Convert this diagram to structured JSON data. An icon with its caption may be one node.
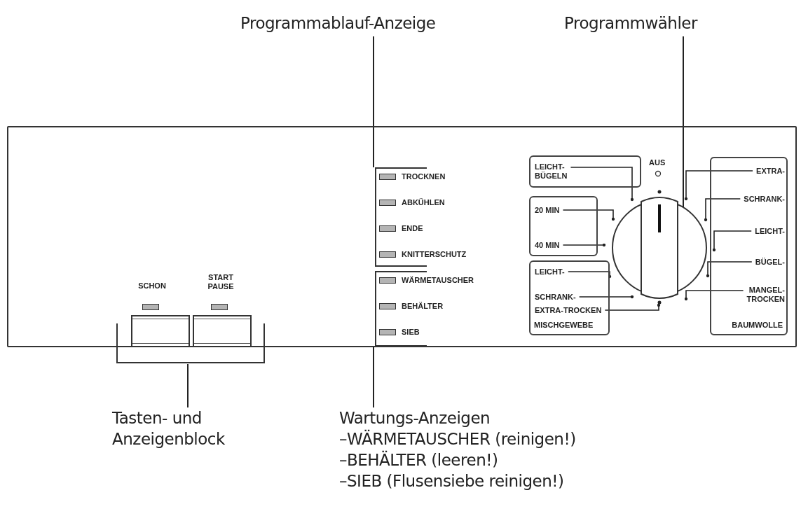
{
  "diagram": {
    "nodes": [
      {
        "text": [
          "Programmablauf-Anzeige"
        ]
      },
      {
        "text": [
          "Programmwähler"
        ]
      },
      {
        "text": [],
        "shape": "box"
      },
      {
        "text": [
          "TROCKNEN",
          "ABKÜHLEN",
          "ENDE",
          "KNITTERSCHUTZ"
        ],
        "in": 2
      },
      {
        "text": [
          "WÄRMETAUSCHER",
          "BEHÄLTER",
          "SIEB"
        ],
        "in": 2
      },
      {
        "text": [
          "SCHON",
          "START PAUSE"
        ],
        "in": 2
      },
      {
        "text": [],
        "shape": "circle",
        "in": 2
      },
      {
        "text": [],
        "shape": "box",
        "in": 2
      },
      {
        "text": [
          "LEICHT- BÜGELN"
        ],
        "in": 7
      },
      {
        "text": [],
        "shape": "box",
        "in": 2
      },
      {
        "text": [
          "20 MIN"
        ],
        "in": 9
      },
      {
        "text": [
          "40 MIN"
        ],
        "in": 9
      },
      {
        "text": [
          "MISCHGEWEBE"
        ],
        "in": 2
      },
      {
        "text": [
          "LEICHT-"
        ],
        "in": 12
      },
      {
        "text": [
          "SCHRANK-"
        ],
        "in": 12
      },
      {
        "text": [
          "EXTRA-TROCKEN"
        ],
        "in": 12
      },
      {
        "text": [
          "BAUMWOLLE"
        ],
        "in": 2
      },
      {
        "text": [
          "EXTRA-"
        ],
        "in": 16
      },
      {
        "text": [
          "SCHRANK-"
        ],
        "in": 16
      },
      {
        "text": [
          "LEICHT-"
        ],
        "in": 16
      },
      {
        "text": [
          "BÜGEL-"
        ],
        "in": 16
      },
      {
        "text": [
          "MANGEL- TROCKEN"
        ],
        "in": 16
      },
      {
        "text": [
          "Tasten- und Anzeigenblock"
        ]
      },
      {
        "text": [
          "Wartungs-Anzeigen",
          "–WÄRMETAUSCHER (reinigen!)",
          "–BEHÄLTER (leeren!)",
          "–SIEB (Flusensiebe reinigen!)"
        ]
      }
    ],
    "edges": [
      {
        "from": 0,
        "to": 3,
        "arrow": "none"
      },
      {
        "from": 1,
        "to": 6,
        "arrow": "none"
      },
      {
        "from": 22,
        "to": 5,
        "arrow": "none"
      },
      {
        "from": 23,
        "to": 4,
        "arrow": "none"
      },
      {
        "from": 8,
        "to": 6,
        "arrow": "other"
      },
      {
        "from": 10,
        "to": 6,
        "arrow": "other"
      },
      {
        "from": 11,
        "to": 6,
        "arrow": "other"
      },
      {
        "from": 13,
        "to": 6,
        "arrow": "other"
      },
      {
        "from": 14,
        "to": 6,
        "arrow": "other"
      },
      {
        "from": 15,
        "to": 6,
        "arrow": "other"
      },
      {
        "from": 17,
        "to": 6,
        "arrow": "other"
      },
      {
        "from": 18,
        "to": 6,
        "arrow": "other"
      },
      {
        "from": 19,
        "to": 6,
        "arrow": "other"
      },
      {
        "from": 20,
        "to": 6,
        "arrow": "other"
      },
      {
        "from": 21,
        "to": 6,
        "arrow": "other"
      }
    ],
    "labels": [
      "AUS"
    ]
  }
}
